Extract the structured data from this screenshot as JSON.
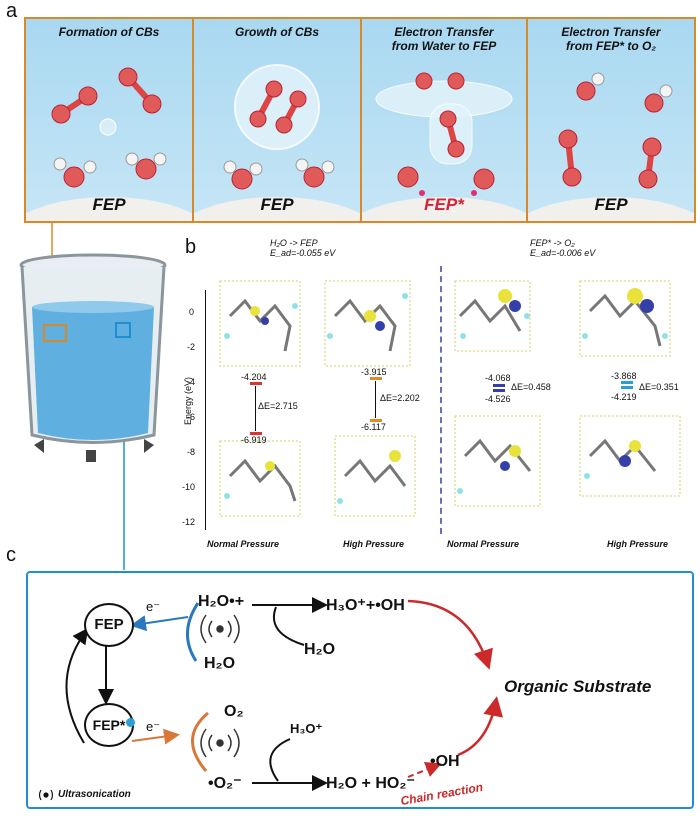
{
  "labels": {
    "a": "a",
    "b": "b",
    "c": "c"
  },
  "panel_a": {
    "steps": [
      {
        "title1": "Formation of CBs",
        "title2": "",
        "surface": "FEP"
      },
      {
        "title1": "Growth of CBs",
        "title2": "",
        "surface": "FEP"
      },
      {
        "title1": "Electron Transfer",
        "title2": "from Water to FEP",
        "surface": "FEP*"
      },
      {
        "title1": "Electron Transfer",
        "title2": "from FEP* to O₂",
        "surface": "FEP"
      }
    ],
    "colors": {
      "border": "#d88a2a",
      "water": "#b9def2",
      "fep_star": "#d1243a"
    }
  },
  "panel_b": {
    "group1": {
      "reaction": "H₂O -> FEP",
      "ead": "E_ad=-0.055 eV"
    },
    "group2": {
      "reaction": "FEP* -> O₂",
      "ead": "E_ad=-0.006 eV"
    },
    "ylabel": "Energy (eV)",
    "yticks": [
      "0",
      "-2",
      "-4",
      "-6",
      "-8",
      "-10",
      "-12"
    ],
    "conditions": [
      "Normal Pressure",
      "High Pressure",
      "Normal Pressure",
      "High Pressure"
    ],
    "levels": [
      {
        "upper": "-4.204",
        "lower": "-6.919",
        "delta": "ΔE=2.715"
      },
      {
        "upper": "-3.915",
        "lower": "-6.117",
        "delta": "ΔE=2.202"
      },
      {
        "upper": "-4.068",
        "lower": "-4.526",
        "delta": "ΔE=0.458"
      },
      {
        "upper": "-3.868",
        "lower": "-4.219",
        "delta": "ΔE=0.351"
      }
    ]
  },
  "panel_c": {
    "fep": "FEP",
    "fep_star": "FEP*",
    "electron": "e⁻",
    "h2o_radical_cation": "H₂O•+",
    "h3o_oh": "H₃O⁺+•OH",
    "h2o": "H₂O",
    "h2o_2": "H₂O",
    "o2": "O₂",
    "superoxide": "•O₂⁻",
    "h3o": "H₃O⁺",
    "products": "H₂O + HO₂⁻",
    "oh": "•OH",
    "substrate": "Organic Substrate",
    "chain": "Chain reaction",
    "ultrasonication": "Ultrasonication",
    "colors": {
      "blue": "#2a78bd",
      "orange": "#d9763a",
      "red": "#cc2a2a",
      "frame": "#1e8fd0"
    }
  }
}
